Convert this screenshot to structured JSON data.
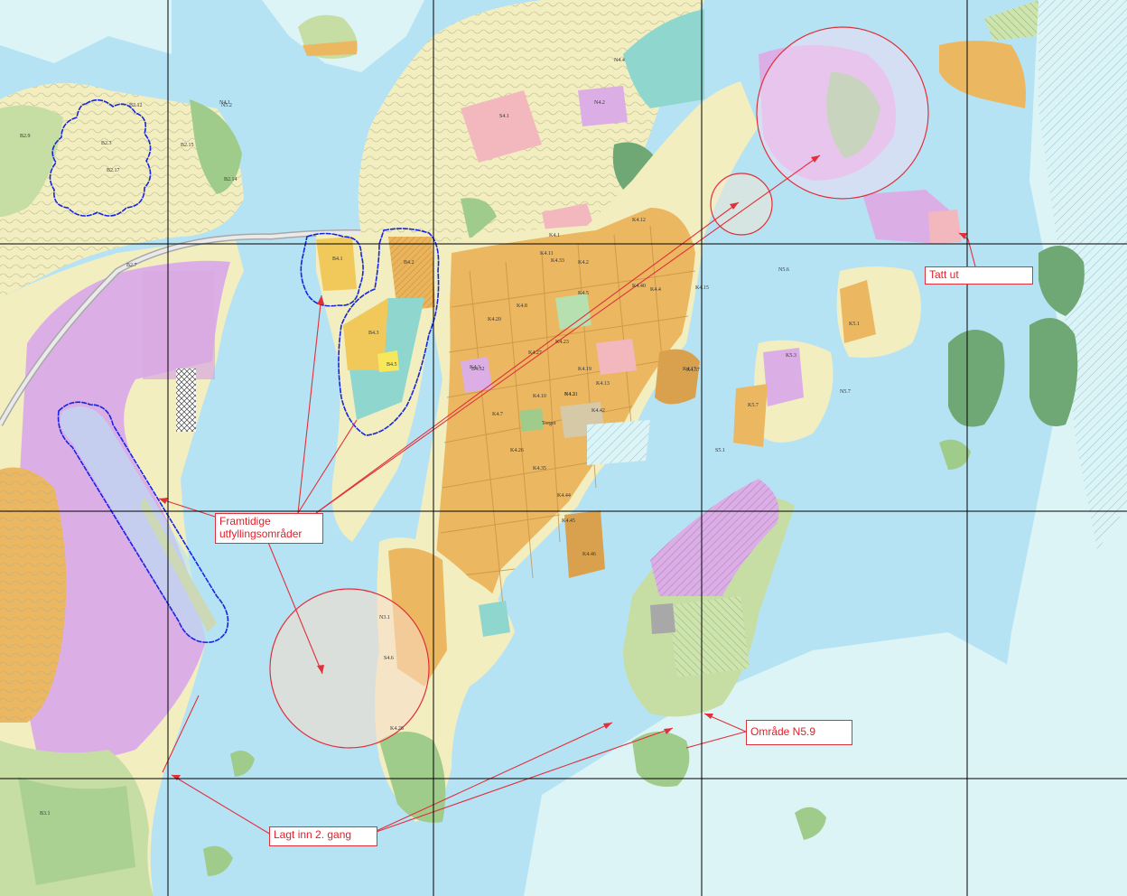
{
  "map": {
    "colors": {
      "sea": "#b6e3f4",
      "sea_light": "#dcf4f6",
      "residential": "#f4f0b0",
      "commercial": "#ebb760",
      "commercial_dark": "#d9a14e",
      "industrial": "#dcaee6",
      "industrial_hatch": "#b98ac8",
      "green": "#c6dda4",
      "green_dark": "#6fa875",
      "public": "#f2b8be",
      "harbour": "#8fd6cf",
      "cloud_outline": "#1626e0",
      "annotation": "#e0303a",
      "grid": "#000000"
    },
    "annotations": [
      {
        "id": "framtidige",
        "line1": "Framtidige",
        "line2": "utfyllingsområder"
      },
      {
        "id": "tatt",
        "text": "Tatt ut"
      },
      {
        "id": "omrade",
        "text": "Område N5.9"
      },
      {
        "id": "lagt",
        "text": "Lagt inn 2. gang"
      }
    ],
    "zone_labels": [
      "B2.17",
      "B2.3",
      "B2.9",
      "B2.12",
      "B2.15",
      "B2.14",
      "B2.7",
      "N4.1",
      "N5.2",
      "B4.1",
      "B4.2",
      "B4.3",
      "B4.5",
      "S4.1",
      "N4.2",
      "K4.11",
      "K4.1",
      "N4.4",
      "K4.33",
      "K4.2",
      "K4.40",
      "K4.8",
      "K4.5",
      "K4.4",
      "K4.20",
      "K4.27",
      "K4.23",
      "K4.19",
      "K4.13",
      "K4.10",
      "K4.21",
      "K4.7",
      "K4.3",
      "K4.17",
      "B4.32",
      "N4.3",
      "K4.35",
      "K4.26",
      "K4.42",
      "K4.44",
      "K4.45",
      "K4.46",
      "Torget",
      "N5.6",
      "K5.1",
      "K5.3",
      "K5.7",
      "S5.1",
      "B3.1",
      "N3.1",
      "S4.6",
      "K4.12",
      "K4.15",
      "K4.37",
      "N5.7",
      "K4.28"
    ]
  }
}
